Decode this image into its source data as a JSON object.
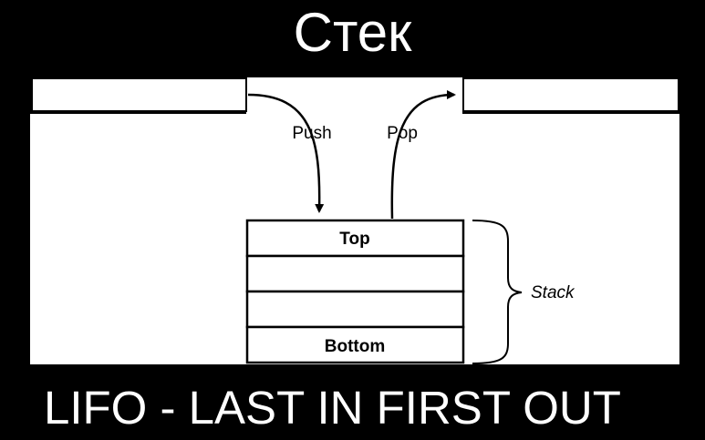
{
  "title": "Стек",
  "caption": "LIFO - LAST IN FIRST OUT",
  "operations": {
    "push_label": "Push",
    "pop_label": "Pop"
  },
  "stack": {
    "label": "Stack",
    "slots": [
      {
        "label": "Top"
      },
      {
        "label": ""
      },
      {
        "label": ""
      },
      {
        "label": "Bottom"
      }
    ]
  },
  "colors": {
    "background": "#000000",
    "canvas": "#ffffff",
    "ink": "#000000",
    "text_on_dark": "#ffffff"
  }
}
